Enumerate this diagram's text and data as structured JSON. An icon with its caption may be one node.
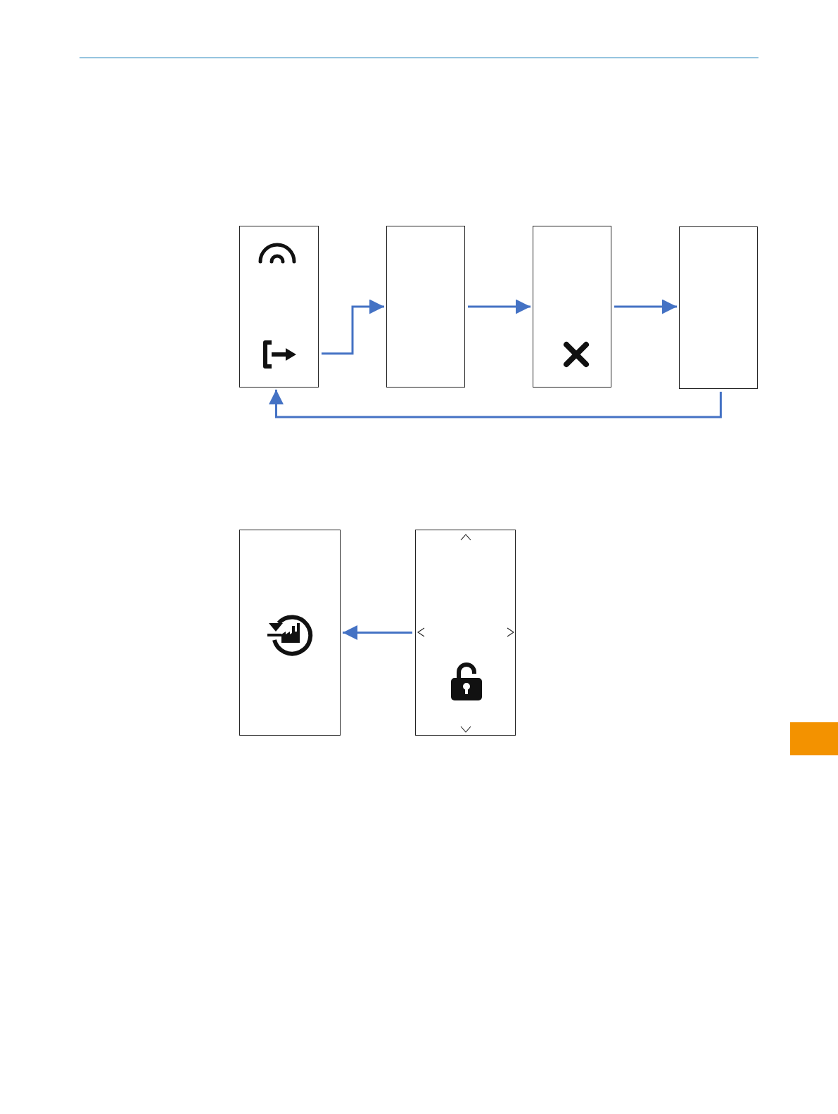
{
  "diagram": {
    "nodes": [
      {
        "text": [],
        "shape": "box"
      },
      {
        "text": [],
        "shape": "box"
      },
      {
        "text": [],
        "shape": "box"
      },
      {
        "text": [],
        "shape": "box"
      },
      {
        "text": [],
        "shape": "box"
      },
      {
        "text": [],
        "shape": "box"
      }
    ],
    "edges": [
      {
        "from": 0,
        "to": 1,
        "arrow": "to"
      },
      {
        "from": 1,
        "to": 2,
        "arrow": "to"
      },
      {
        "from": 2,
        "to": 3,
        "arrow": "to"
      },
      {
        "from": 3,
        "to": 0,
        "arrow": "to"
      },
      {
        "from": 5,
        "to": 4,
        "arrow": "to"
      }
    ]
  }
}
